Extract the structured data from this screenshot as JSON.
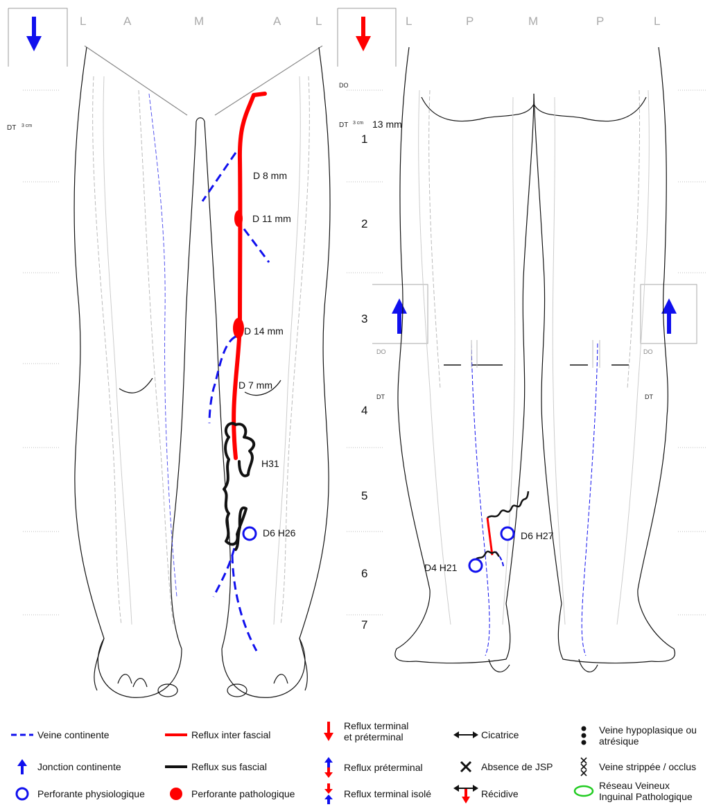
{
  "header": {
    "left_letters": [
      "L",
      "A",
      "M",
      "A",
      "L"
    ],
    "right_letters": [
      "L",
      "P",
      "M",
      "P",
      "L"
    ]
  },
  "markers": {
    "do": "DO",
    "dt_cm_label": "DT",
    "dt_cm_unit": "3 cm",
    "dt": "DT",
    "diam_13": "13 mm"
  },
  "levels": [
    "1",
    "2",
    "3",
    "4",
    "5",
    "6",
    "7"
  ],
  "annotations": {
    "d8": "D 8 mm",
    "d11": "D 11 mm",
    "d14": "D 14 mm",
    "d7": "D 7 mm",
    "h31": "H31",
    "d6h26": "D6 H26",
    "d6h27": "D6 H27",
    "d4h21": "D4 H21"
  },
  "legend": {
    "veine_continente": "Veine continente",
    "jonction_continente": "Jonction continente",
    "perforante_physio": "Perforante physiologique",
    "reflux_inter_fascial": "Reflux inter fascial",
    "reflux_sus_fascial": "Reflux sus fascial",
    "perforante_patho": "Perforante pathologique",
    "reflux_terminal_1": "Reflux terminal",
    "reflux_terminal_2": "et préterminal",
    "reflux_preterminal": "Reflux préterminal",
    "reflux_terminal_isole": "Reflux terminal isolé",
    "cicatrice": "Cicatrice",
    "absence_jsp": "Absence de JSP",
    "recidive": "Récidive",
    "veine_hypo_1": "Veine hypoplasique ou",
    "veine_hypo_2": "atrésique",
    "veine_strippee": "Veine strippée / occlus",
    "reseau_1": "Réseau Veineux",
    "reseau_2": "Inguinal Pathologique"
  },
  "colors": {
    "reflux": "#ff0000",
    "continent": "#1010ee",
    "sus_fascial": "#000000",
    "reseau": "#22cc22"
  },
  "icons": [
    "arrow-down-icon",
    "arrow-up-icon",
    "circle-icon",
    "cross-icon",
    "double-arrow-icon"
  ]
}
